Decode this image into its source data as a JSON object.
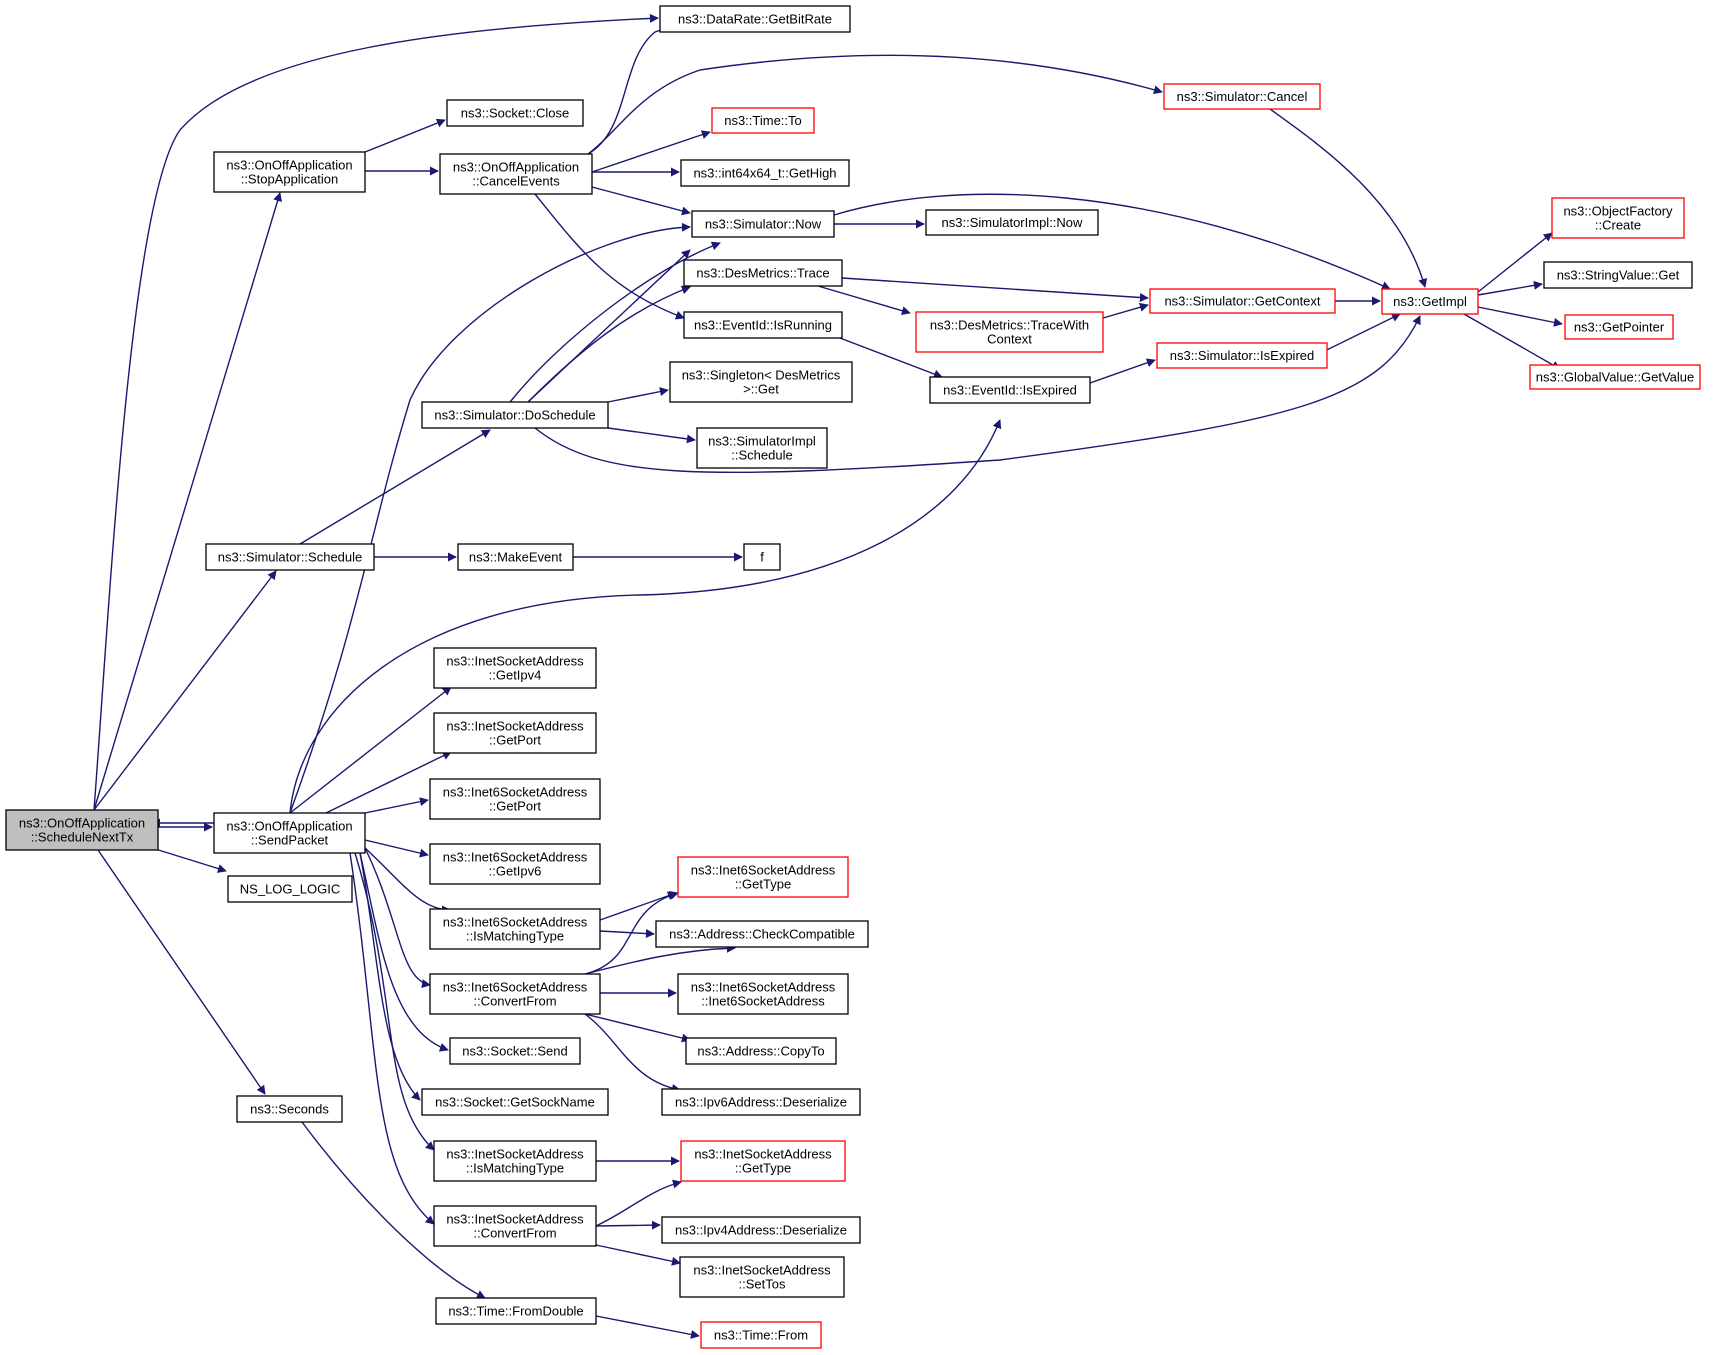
{
  "colors": {
    "edge": "#191970",
    "normal_border": "#000000",
    "truncated_border": "#ff0000",
    "root_fill": "#bfbfbf",
    "node_fill": "#ffffff"
  },
  "nodes": {
    "n0": {
      "lines": [
        "ns3::OnOffApplication",
        "::ScheduleNextTx"
      ],
      "style": "root"
    },
    "n1": {
      "lines": [
        "ns3::DataRate::GetBitRate"
      ],
      "style": "normal"
    },
    "n2": {
      "lines": [
        "ns3::OnOffApplication",
        "::StopApplication"
      ],
      "style": "normal"
    },
    "n3": {
      "lines": [
        "ns3::Socket::Close"
      ],
      "style": "normal"
    },
    "n4": {
      "lines": [
        "ns3::OnOffApplication",
        "::CancelEvents"
      ],
      "style": "normal"
    },
    "n5": {
      "lines": [
        "ns3::Simulator::Cancel"
      ],
      "style": "truncated"
    },
    "n6": {
      "lines": [
        "ns3::Time::To"
      ],
      "style": "truncated"
    },
    "n7": {
      "lines": [
        "ns3::int64x64_t::GetHigh"
      ],
      "style": "normal"
    },
    "n8": {
      "lines": [
        "ns3::Simulator::Now"
      ],
      "style": "normal"
    },
    "n9": {
      "lines": [
        "ns3::SimulatorImpl::Now"
      ],
      "style": "normal"
    },
    "n10": {
      "lines": [
        "ns3::DesMetrics::Trace"
      ],
      "style": "normal"
    },
    "n11": {
      "lines": [
        "ns3::EventId::IsRunning"
      ],
      "style": "normal"
    },
    "n12": {
      "lines": [
        "ns3::Simulator::GetContext"
      ],
      "style": "truncated"
    },
    "n13": {
      "lines": [
        "ns3::DesMetrics::TraceWith",
        "Context"
      ],
      "style": "truncated"
    },
    "n14": {
      "lines": [
        "ns3::GetImpl"
      ],
      "style": "truncated"
    },
    "n15": {
      "lines": [
        "ns3::ObjectFactory",
        "::Create"
      ],
      "style": "truncated"
    },
    "n16": {
      "lines": [
        "ns3::StringValue::Get"
      ],
      "style": "normal"
    },
    "n17": {
      "lines": [
        "ns3::GetPointer"
      ],
      "style": "truncated"
    },
    "n18": {
      "lines": [
        "ns3::GlobalValue::GetValue"
      ],
      "style": "truncated"
    },
    "n19": {
      "lines": [
        "ns3::Simulator::IsExpired"
      ],
      "style": "truncated"
    },
    "n20": {
      "lines": [
        "ns3::EventId::IsExpired"
      ],
      "style": "normal"
    },
    "n21": {
      "lines": [
        "ns3::Simulator::DoSchedule"
      ],
      "style": "normal"
    },
    "n22": {
      "lines": [
        "ns3::Singleton< DesMetrics",
        " >::Get"
      ],
      "style": "normal"
    },
    "n23": {
      "lines": [
        "ns3::SimulatorImpl",
        "::Schedule"
      ],
      "style": "normal"
    },
    "n24": {
      "lines": [
        "ns3::Simulator::Schedule"
      ],
      "style": "normal"
    },
    "n25": {
      "lines": [
        "ns3::MakeEvent"
      ],
      "style": "normal"
    },
    "n26": {
      "lines": [
        "f"
      ],
      "style": "normal"
    },
    "n27": {
      "lines": [
        "ns3::OnOffApplication",
        "::SendPacket"
      ],
      "style": "normal"
    },
    "n28": {
      "lines": [
        "ns3::InetSocketAddress",
        "::GetIpv4"
      ],
      "style": "normal"
    },
    "n29": {
      "lines": [
        "ns3::InetSocketAddress",
        "::GetPort"
      ],
      "style": "normal"
    },
    "n30": {
      "lines": [
        "ns3::Inet6SocketAddress",
        "::GetPort"
      ],
      "style": "normal"
    },
    "n31": {
      "lines": [
        "ns3::Inet6SocketAddress",
        "::GetIpv6"
      ],
      "style": "normal"
    },
    "n32": {
      "lines": [
        "ns3::Inet6SocketAddress",
        "::IsMatchingType"
      ],
      "style": "normal"
    },
    "n33": {
      "lines": [
        "ns3::Inet6SocketAddress",
        "::GetType"
      ],
      "style": "truncated"
    },
    "n34": {
      "lines": [
        "ns3::Address::CheckCompatible"
      ],
      "style": "normal"
    },
    "n35": {
      "lines": [
        "ns3::Inet6SocketAddress",
        "::ConvertFrom"
      ],
      "style": "normal"
    },
    "n36": {
      "lines": [
        "ns3::Inet6SocketAddress",
        "::Inet6SocketAddress"
      ],
      "style": "normal"
    },
    "n37": {
      "lines": [
        "ns3::Address::CopyTo"
      ],
      "style": "normal"
    },
    "n38": {
      "lines": [
        "ns3::Ipv6Address::Deserialize"
      ],
      "style": "normal"
    },
    "n39": {
      "lines": [
        "ns3::Socket::Send"
      ],
      "style": "normal"
    },
    "n40": {
      "lines": [
        "ns3::Socket::GetSockName"
      ],
      "style": "normal"
    },
    "n41": {
      "lines": [
        "NS_LOG_LOGIC"
      ],
      "style": "normal"
    },
    "n42": {
      "lines": [
        "ns3::InetSocketAddress",
        "::IsMatchingType"
      ],
      "style": "normal"
    },
    "n43": {
      "lines": [
        "ns3::InetSocketAddress",
        "::GetType"
      ],
      "style": "truncated"
    },
    "n44": {
      "lines": [
        "ns3::InetSocketAddress",
        "::ConvertFrom"
      ],
      "style": "normal"
    },
    "n45": {
      "lines": [
        "ns3::Ipv4Address::Deserialize"
      ],
      "style": "normal"
    },
    "n46": {
      "lines": [
        "ns3::InetSocketAddress",
        "::SetTos"
      ],
      "style": "normal"
    },
    "n47": {
      "lines": [
        "ns3::Seconds"
      ],
      "style": "normal"
    },
    "n48": {
      "lines": [
        "ns3::Time::FromDouble"
      ],
      "style": "normal"
    },
    "n49": {
      "lines": [
        "ns3::Time::From"
      ],
      "style": "truncated"
    }
  }
}
